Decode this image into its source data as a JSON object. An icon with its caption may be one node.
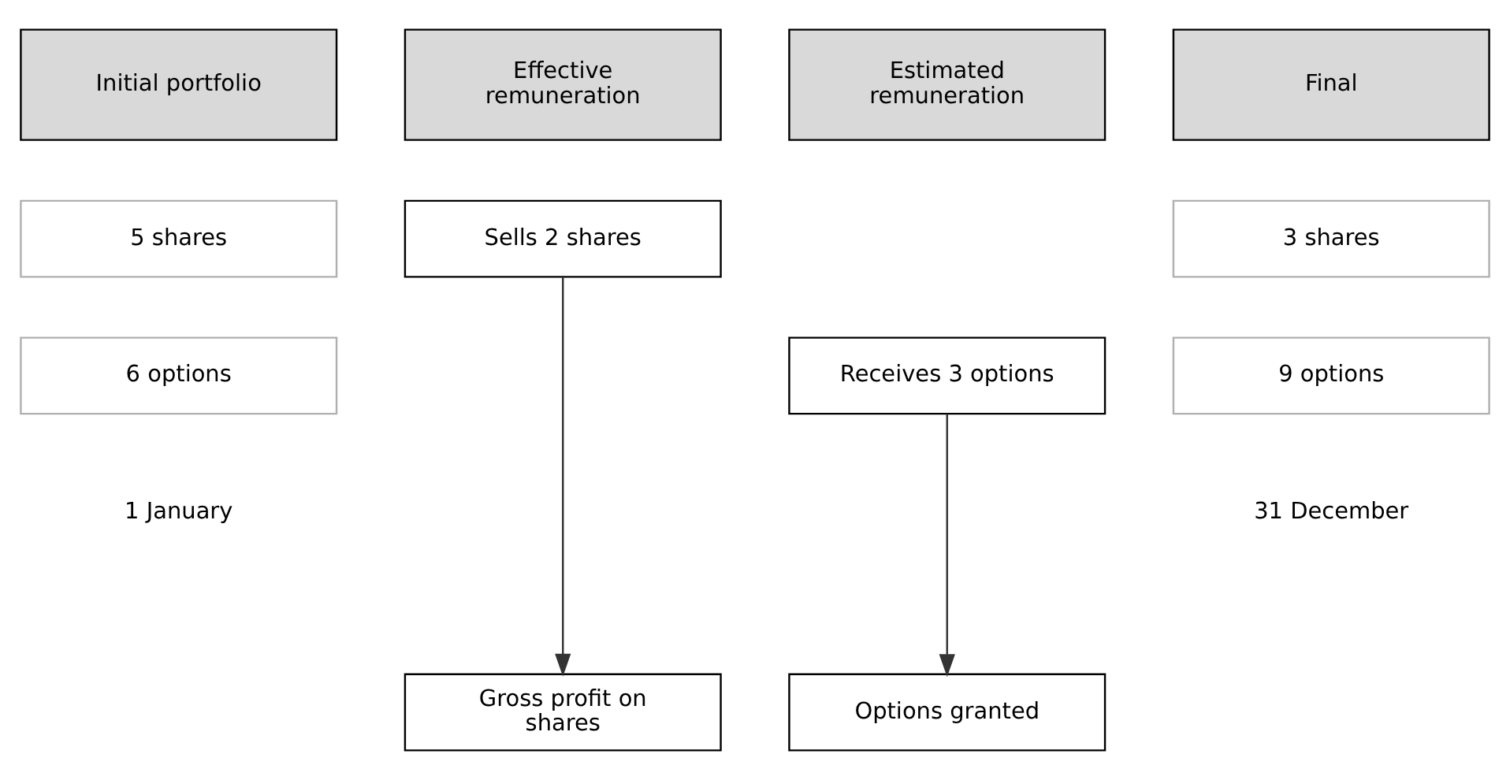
{
  "diagram": {
    "nodes": [
      {
        "text": [
          "Initial portfolio"
        ]
      },
      {
        "text": [
          "Effective remuneration"
        ]
      },
      {
        "text": [
          "Estimated remuneration"
        ]
      },
      {
        "text": [
          "Final"
        ]
      },
      {
        "text": [
          "5 shares"
        ]
      },
      {
        "text": [
          "Sells 2 shares"
        ]
      },
      {
        "text": [
          "3 shares"
        ]
      },
      {
        "text": [
          "6 options"
        ]
      },
      {
        "text": [
          "Receives 3 options"
        ]
      },
      {
        "text": [
          "9 options"
        ]
      },
      {
        "text": [
          "Gross profit on shares"
        ]
      },
      {
        "text": [
          "Options granted"
        ]
      }
    ],
    "edges": [
      {
        "from": 5,
        "to": 10,
        "arrow": "to"
      },
      {
        "from": 8,
        "to": 11,
        "arrow": "to"
      }
    ],
    "labels": [
      "1 January",
      "31 December"
    ]
  }
}
